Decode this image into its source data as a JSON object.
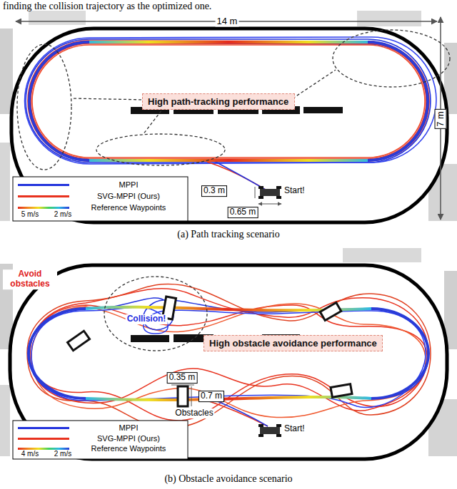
{
  "diagram": {
    "nodes": [
      {
        "text": [
          "High path-tracking performance"
        ]
      },
      {
        "text": [
          "High obstacle avoidance performance"
        ]
      }
    ],
    "edges": [],
    "labels": [
      "finding the collision trajectory as the optimized one.",
      "14 m",
      "7 m",
      "0.3 m",
      "0.65 m",
      "Start!",
      "5 m/s",
      "2 m/s",
      "(a) Path tracking scenario",
      "Avoid obstacles",
      "Collision!",
      "0.35 m",
      "0.7 m",
      "Obstacles",
      "Start!",
      "4 m/s",
      "2 m/s",
      "(b) Obstacle avoidance scenario"
    ],
    "legend": [
      {
        "text": "MPPI"
      },
      {
        "text": "SVG-MPPI (Ours)"
      },
      {
        "text": "Reference Waypoints"
      },
      {
        "text": "MPPI"
      },
      {
        "text": "SVG-MPPI (Ours)"
      },
      {
        "text": "Reference Waypoints"
      }
    ]
  }
}
